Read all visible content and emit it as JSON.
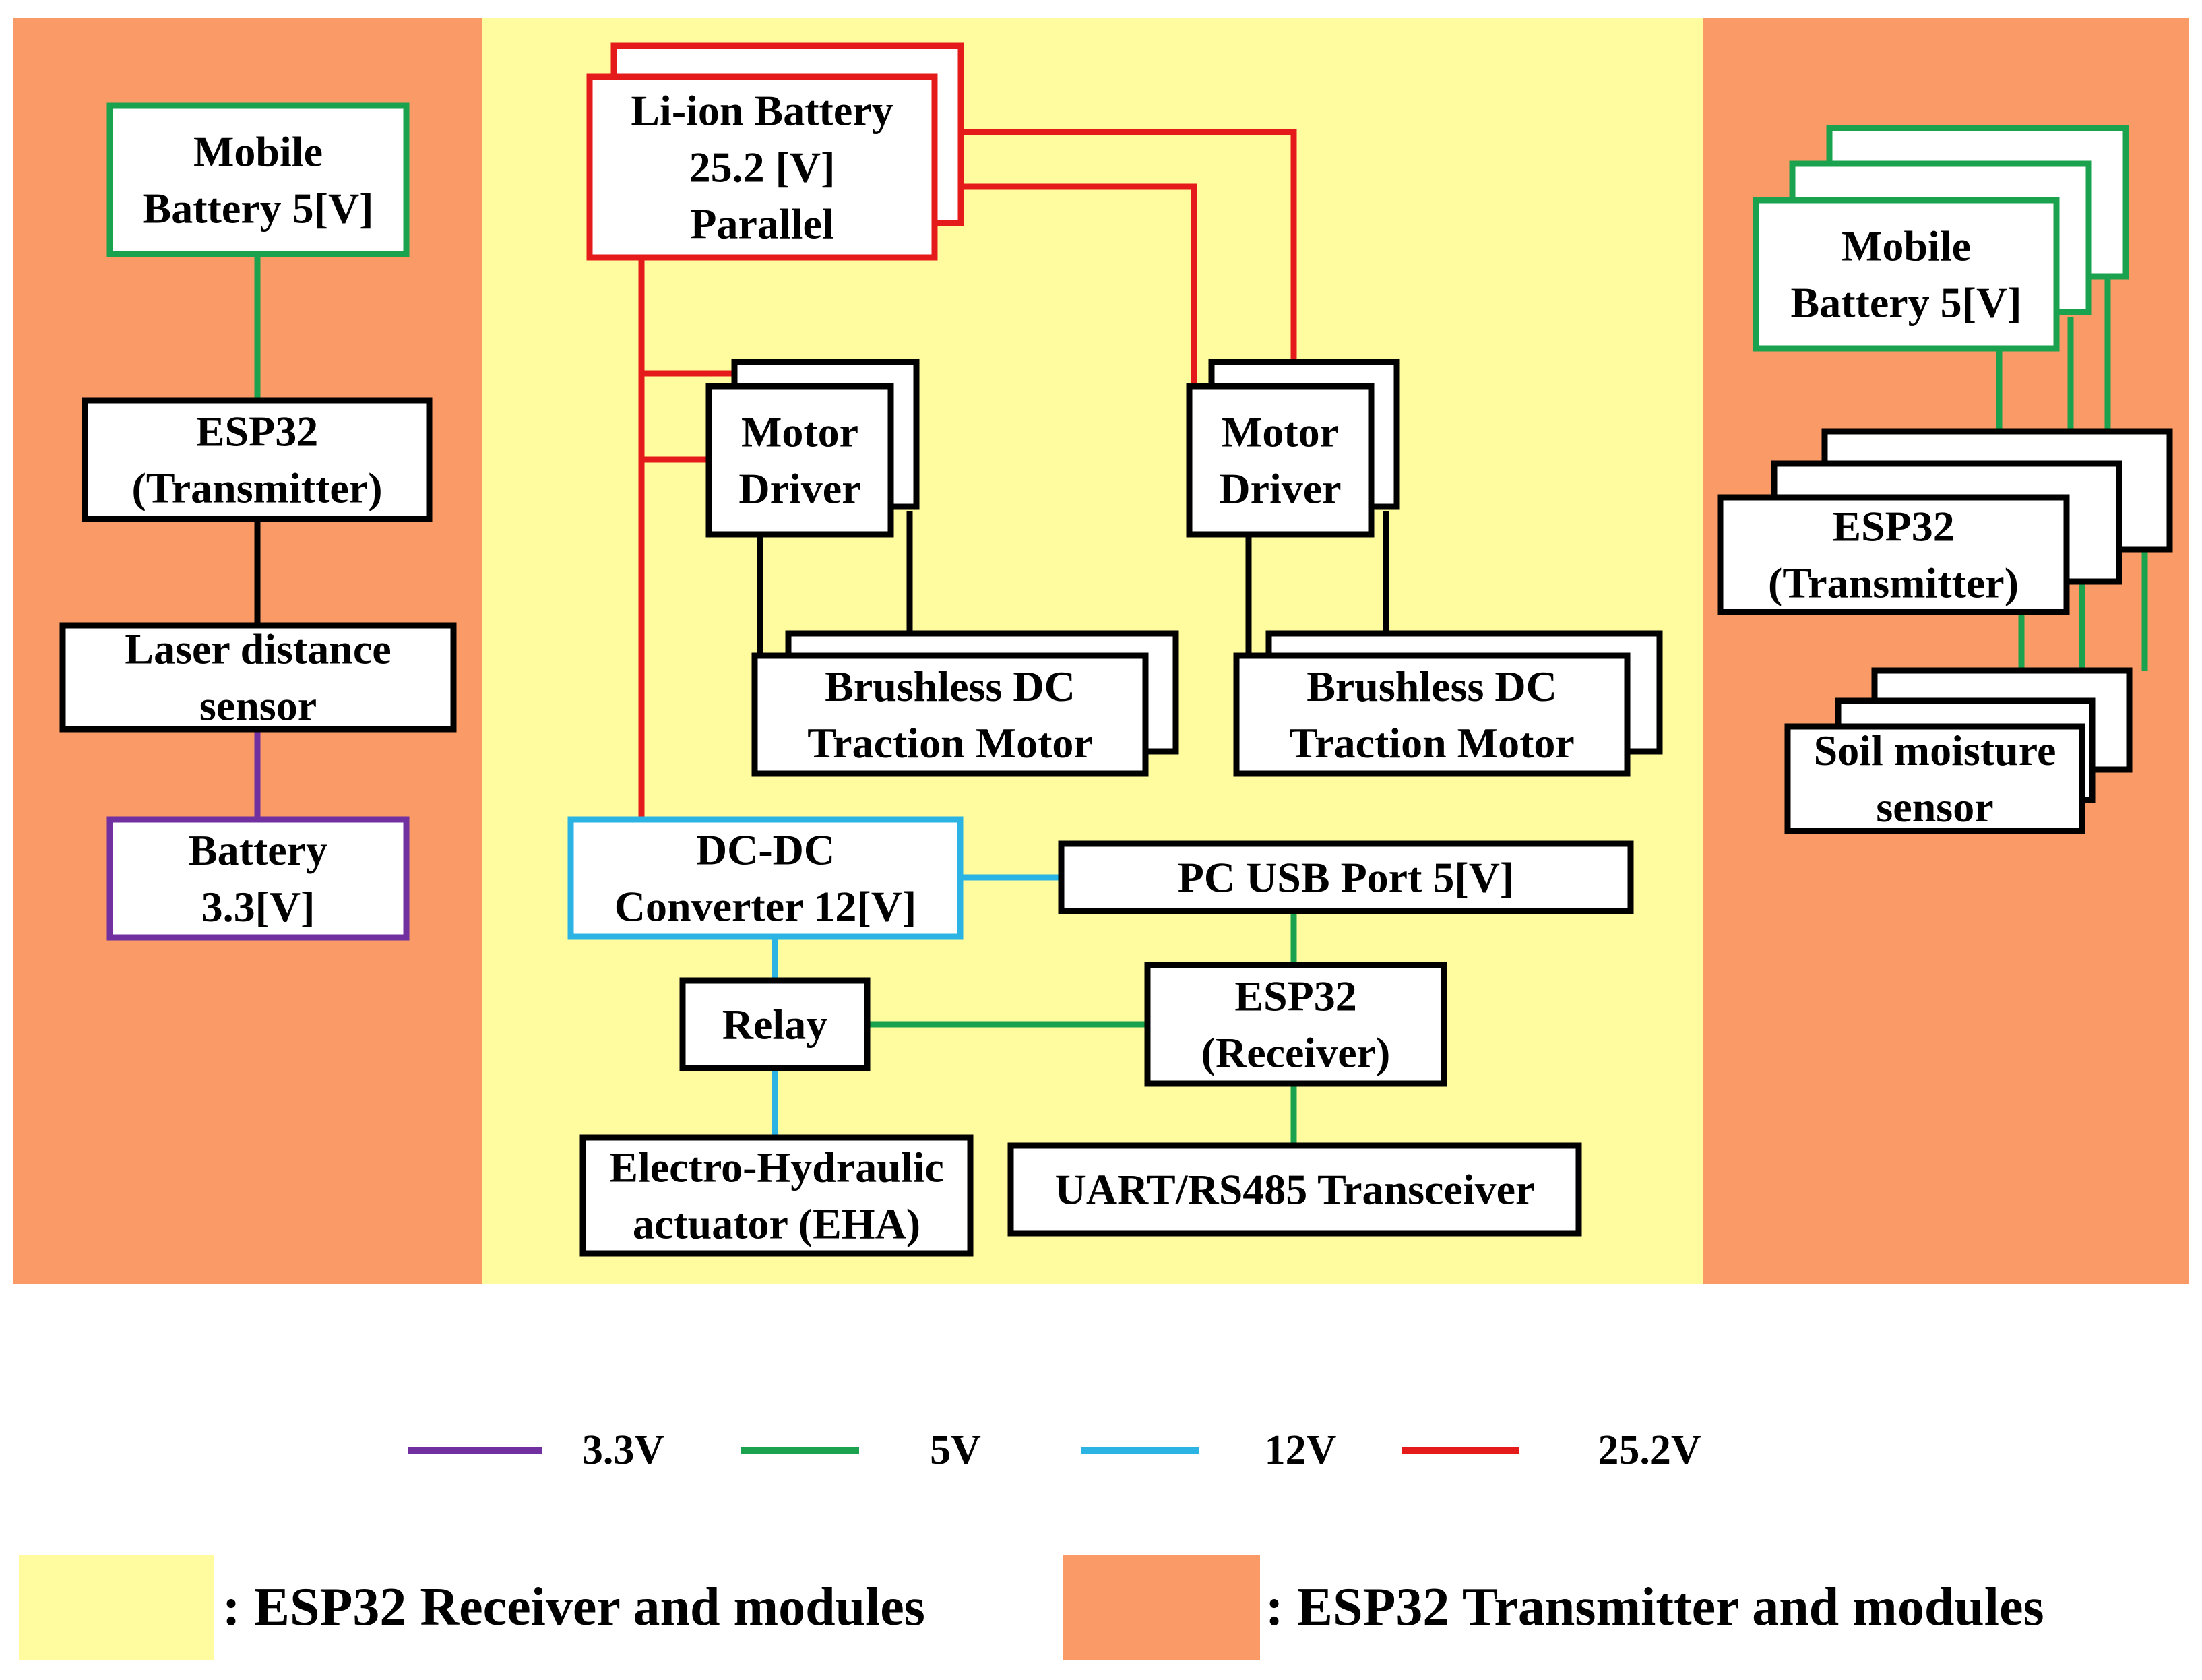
{
  "colors": {
    "transmitter_panel": "#FA9A67",
    "receiver_panel": "#FFFCA0",
    "wire_3_3v": "#7030A0",
    "wire_5v": "#1BA24E",
    "wire_12v": "#2BB3E3",
    "wire_25_2v": "#E51B1B",
    "box_default": "#000000"
  },
  "left_panel": {
    "mobile_battery": [
      "Mobile",
      "Battery 5[V]"
    ],
    "esp32": [
      "ESP32",
      "(Transmitter)"
    ],
    "laser": [
      "Laser distance",
      "sensor"
    ],
    "battery": [
      "Battery",
      "3.3[V]"
    ]
  },
  "center_panel": {
    "li_ion_battery": [
      "Li-ion Battery",
      "25.2 [V]",
      "Parallel"
    ],
    "motor_driver_left": [
      "Motor",
      "Driver"
    ],
    "motor_driver_right": [
      "Motor",
      "Driver"
    ],
    "bldc_left": [
      "Brushless DC",
      "Traction Motor"
    ],
    "bldc_right": [
      "Brushless DC",
      "Traction Motor"
    ],
    "dcdc": [
      "DC-DC",
      "Converter 12[V]"
    ],
    "pc_usb": [
      "PC USB Port 5[V]"
    ],
    "relay": [
      "Relay"
    ],
    "esp32_receiver": [
      "ESP32",
      "(Receiver)"
    ],
    "eha": [
      "Electro-Hydraulic",
      "actuator (EHA)"
    ],
    "uart": [
      "UART/RS485 Transceiver"
    ]
  },
  "right_panel": {
    "mobile_battery": [
      "Mobile",
      "Battery 5[V]"
    ],
    "esp32": [
      "ESP32",
      "(Transmitter)"
    ],
    "soil": [
      "Soil moisture",
      "sensor"
    ]
  },
  "voltage_legend": [
    {
      "label": "3.3V",
      "color_key": "wire_3_3v"
    },
    {
      "label": "5V",
      "color_key": "wire_5v"
    },
    {
      "label": "12V",
      "color_key": "wire_12v"
    },
    {
      "label": "25.2V",
      "color_key": "wire_25_2v"
    }
  ],
  "panel_legend": {
    "receiver": ": ESP32 Receiver and modules",
    "transmitter": ": ESP32 Transmitter and modules"
  }
}
